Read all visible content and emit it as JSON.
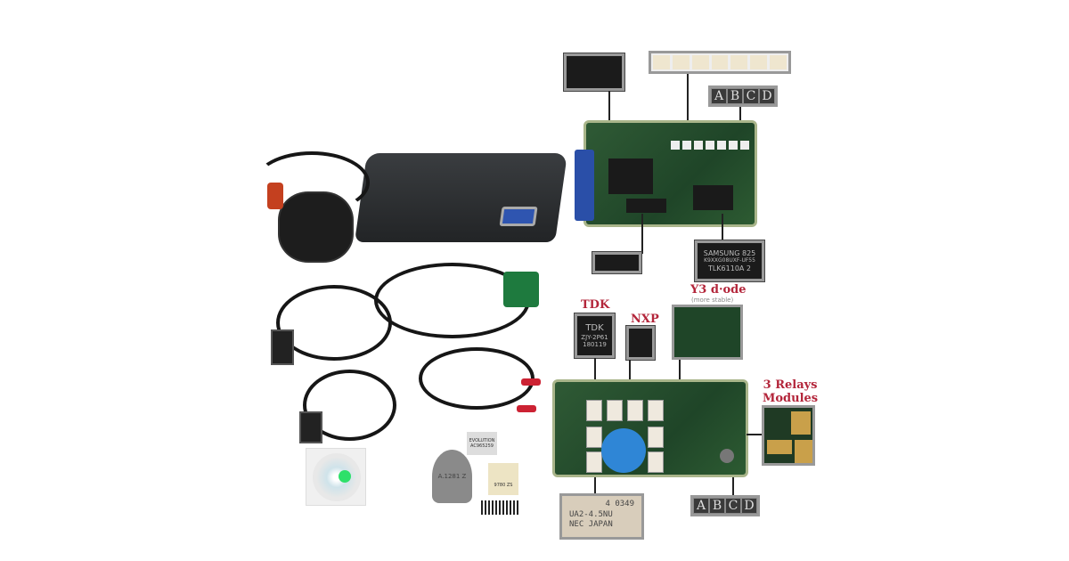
{
  "top_board": {
    "abcd": [
      "A",
      "B",
      "C",
      "D"
    ],
    "samsung_chip": [
      "SAMSUNG  825",
      "K9XXG08UXF-UF55",
      "TLK6110A  2"
    ]
  },
  "bottom_board": {
    "tdk_label": "TDK",
    "tdk_chip": [
      "TDK",
      "ZJY-2P61",
      "180119"
    ],
    "nxp_label": "NXP",
    "diode_label": "Y3 d·ode",
    "diode_note": "(more stable)",
    "relays_label": [
      "3 Relays",
      "Modules"
    ],
    "relay_chip": [
      "4  0349",
      "UA2-4.5NU",
      "NEC JAPAN"
    ],
    "abcd": [
      "A",
      "B",
      "C",
      "D"
    ]
  },
  "accessories": {
    "sticker_evolution": [
      "EVOLUTION",
      "AC965259"
    ],
    "dongle_text": "A.1281 Z",
    "sticker_number": "9780 ZS"
  },
  "colors": {
    "label_red": "#b3253a",
    "pcb_green": "#24502c",
    "connector_blue": "#2a4fa8",
    "capacitor_blue": "#2f86d6"
  }
}
